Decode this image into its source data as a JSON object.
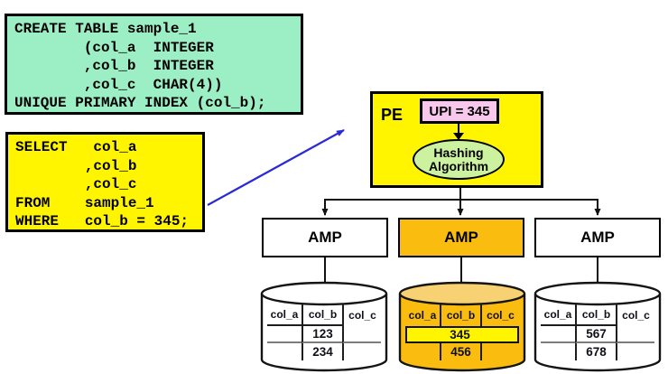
{
  "diagram": {
    "title_hint": "UPI row retrieval via hashing to a single AMP",
    "create_table_code": "CREATE TABLE sample_1\n        (col_a  INTEGER\n        ,col_b  INTEGER\n        ,col_c  CHAR(4))\nUNIQUE PRIMARY INDEX (col_b);",
    "select_code": "SELECT   col_a\n        ,col_b\n        ,col_c\nFROM    sample_1\nWHERE   col_b = 345;",
    "pe": {
      "label": "PE",
      "upi_label": "UPI = 345",
      "hashing_label": "Hashing\nAlgorithm"
    },
    "amps": [
      {
        "label": "AMP",
        "highlighted": false
      },
      {
        "label": "AMP",
        "highlighted": true
      },
      {
        "label": "AMP",
        "highlighted": false
      }
    ],
    "disks": [
      {
        "highlighted": false,
        "highlight_row": null,
        "headers": [
          "col_a",
          "col_b",
          "col_c"
        ],
        "rows": [
          [
            "",
            "123",
            ""
          ],
          [
            "",
            "234",
            ""
          ]
        ]
      },
      {
        "highlighted": true,
        "highlight_row": 0,
        "headers": [
          "col_a",
          "col_b",
          "col_c"
        ],
        "rows": [
          [
            "",
            "345",
            ""
          ],
          [
            "",
            "456",
            ""
          ]
        ]
      },
      {
        "highlighted": false,
        "highlight_row": null,
        "headers": [
          "col_a",
          "col_b",
          "col_c"
        ],
        "rows": [
          [
            "",
            "567",
            ""
          ],
          [
            "",
            "678",
            ""
          ]
        ]
      }
    ],
    "colors": {
      "create_box_bg": "#9CEEC4",
      "query_box_bg": "#FFF500",
      "pe_box_bg": "#FFF500",
      "upi_box_bg": "#F7C7EC",
      "hashing_ellipse_bg": "#CCF2A0",
      "amp_highlight_bg": "#FBBC10",
      "disk_highlight_body": "#FBBC10",
      "disk_highlight_top": "#F8D272",
      "row_highlight_bg": "#FFF500",
      "query_arrow": "#2B2BD6",
      "line": "#111111"
    }
  }
}
